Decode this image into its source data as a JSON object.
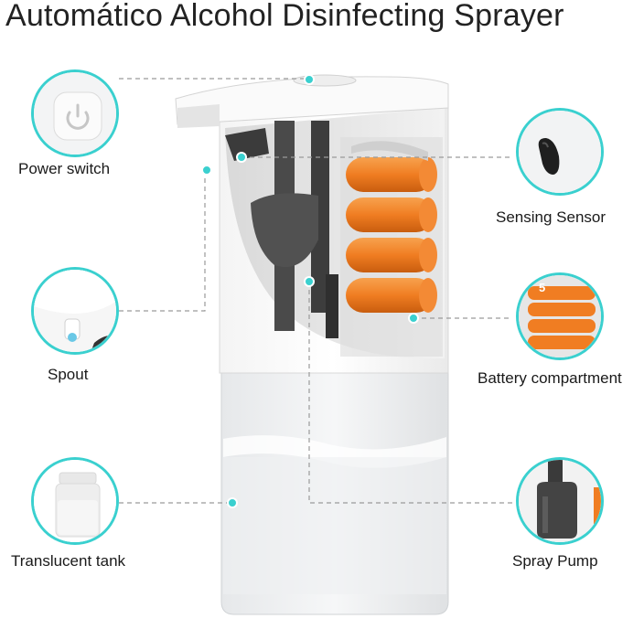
{
  "title": "Automático Alcohol Disinfecting Sprayer",
  "callouts": {
    "power_switch": "Power switch",
    "spout": "Spout",
    "translucent_tank": "Translucent tank",
    "sensing_sensor": "Sensing Sensor",
    "battery_compartment": "Battery compartment",
    "spray_pump": "Spray Pump"
  },
  "battery_marking": "5",
  "colors": {
    "accent": "#3ad0cf",
    "battery": "#f07d22",
    "leader_line": "#9a9a9a"
  },
  "icons": {
    "power": "power-icon",
    "sensor": "sensor-window",
    "battery": "battery-icon",
    "pump": "pump-icon",
    "tank": "tank-icon",
    "spout": "spout-icon"
  }
}
